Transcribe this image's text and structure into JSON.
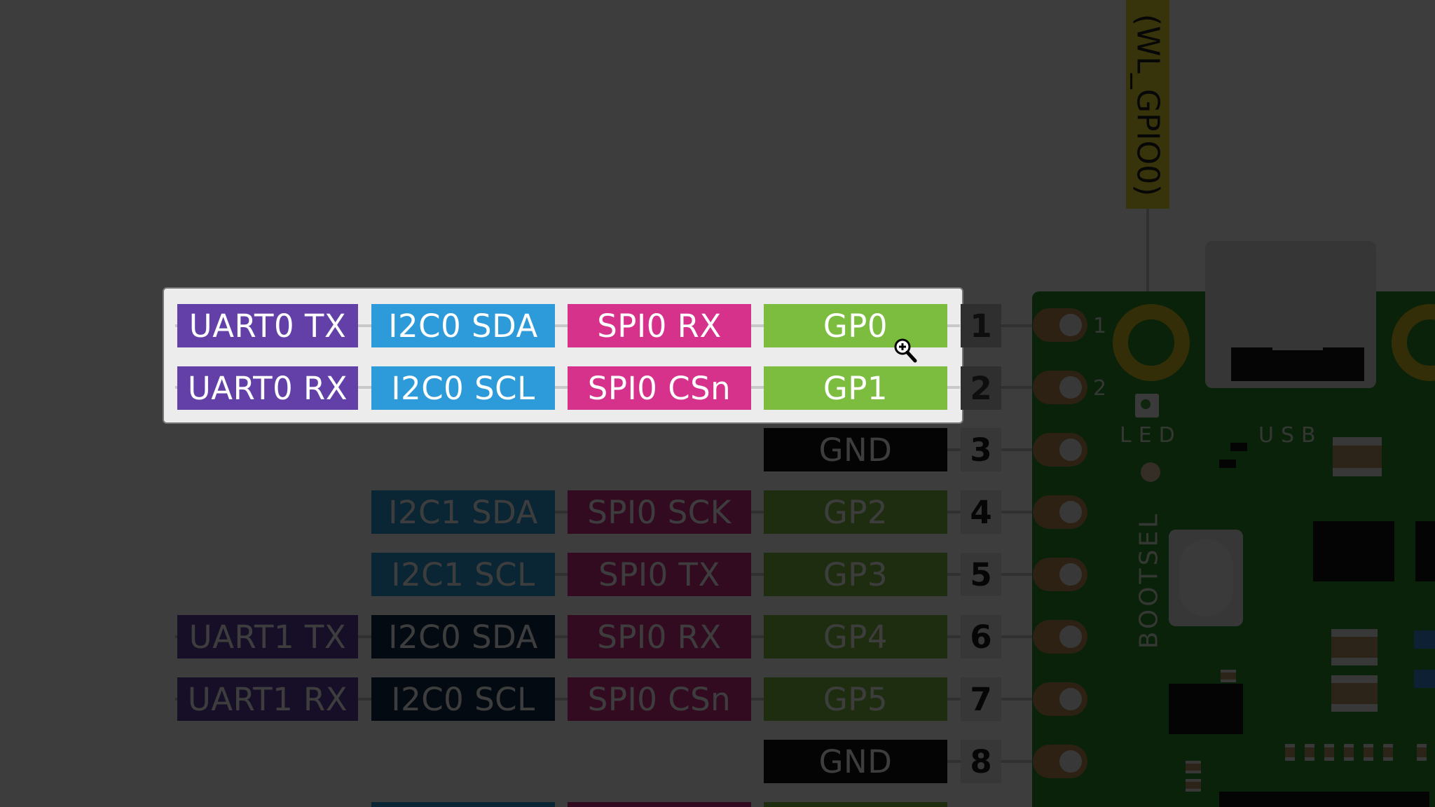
{
  "highlighted_rows": [
    {
      "uart": "UART0 TX",
      "i2c": "I2C0 SDA",
      "spi": "SPI0 RX",
      "gpio": "GP0",
      "pin": "1"
    },
    {
      "uart": "UART0 RX",
      "i2c": "I2C0 SCL",
      "spi": "SPI0 CSn",
      "gpio": "GP1",
      "pin": "2"
    }
  ],
  "dimmed_rows": [
    {
      "gpio": "GND",
      "pin": "3"
    },
    {
      "i2c": "I2C1 SDA",
      "spi": "SPI0 SCK",
      "gpio": "GP2",
      "pin": "4"
    },
    {
      "i2c": "I2C1 SCL",
      "spi": "SPI0 TX",
      "gpio": "GP3",
      "pin": "5"
    },
    {
      "uart": "UART1 TX",
      "i2c": "I2C0 SDA",
      "spi": "SPI0 RX",
      "gpio": "GP4",
      "pin": "6"
    },
    {
      "uart": "UART1 RX",
      "i2c": "I2C0 SCL",
      "spi": "SPI0 CSn",
      "gpio": "GP5",
      "pin": "7"
    },
    {
      "gpio": "GND",
      "pin": "8"
    }
  ],
  "board": {
    "antenna_label": "(WL_GPIO0)",
    "led_label": "LED",
    "usb_label": "USB",
    "bootsel_label": "BOOTSEL",
    "pad_label_1": "1",
    "pad_label_2": "2"
  },
  "colors": {
    "uart": "#6340a8",
    "i2c": "#2d9ad9",
    "spi": "#d6318b",
    "gpio": "#7cbd3f",
    "gnd": "#111111",
    "background": "#3c3c3c",
    "board": "#2d8a2a"
  },
  "icons": {
    "cursor": "zoom-in-cursor-icon"
  }
}
